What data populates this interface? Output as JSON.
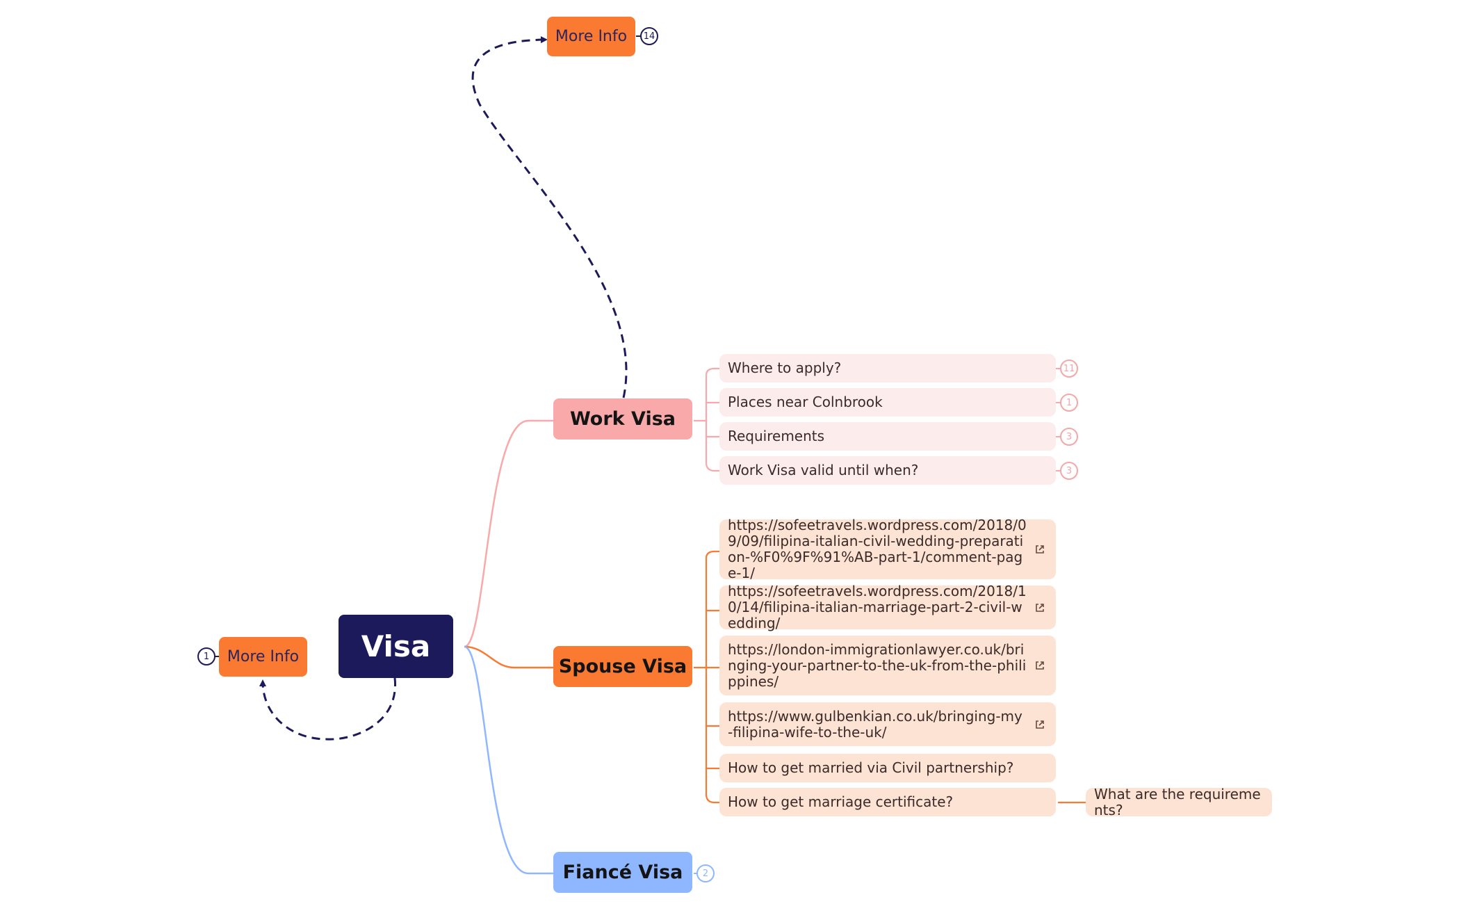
{
  "colors": {
    "root": "#1c1a5a",
    "work": "#f9a9a9",
    "spouse": "#f97a30",
    "fiance": "#8fb7ff",
    "work_child": "#fdecec",
    "spouse_child": "#fde3d3"
  },
  "root": {
    "label": "Visa"
  },
  "more_info_top": {
    "label": "More Info",
    "badge": "14"
  },
  "more_info_left": {
    "label": "More Info",
    "badge": "1"
  },
  "work_visa": {
    "label": "Work Visa",
    "children": [
      {
        "label": "Where to apply?",
        "badge": "11"
      },
      {
        "label": "Places near Colnbrook",
        "badge": "1"
      },
      {
        "label": "Requirements",
        "badge": "3"
      },
      {
        "label": "Work Visa valid until when?",
        "badge": "3"
      }
    ]
  },
  "spouse_visa": {
    "label": "Spouse Visa",
    "children": [
      {
        "label": "https://sofeetravels.wordpress.com/2018/09/09/filipina-italian-civil-wedding-preparation-%F0%9F%91%AB-part-1/comment-page-1/",
        "icon": "external-link-icon"
      },
      {
        "label": "https://sofeetravels.wordpress.com/2018/10/14/filipina-italian-marriage-part-2-civil-wedding/",
        "icon": "external-link-icon"
      },
      {
        "label": "https://london-immigrationlawyer.co.uk/bringing-your-partner-to-the-uk-from-the-philippines/",
        "icon": "external-link-icon"
      },
      {
        "label": "https://www.gulbenkian.co.uk/bringing-my-filipina-wife-to-the-uk/",
        "icon": "external-link-icon"
      },
      {
        "label": "How to get married via Civil partnership?"
      },
      {
        "label": "How to get marriage certificate?"
      }
    ],
    "grandchild": {
      "label": "What are the requirements?"
    }
  },
  "fiance_visa": {
    "label": "Fiancé Visa",
    "badge": "2"
  }
}
